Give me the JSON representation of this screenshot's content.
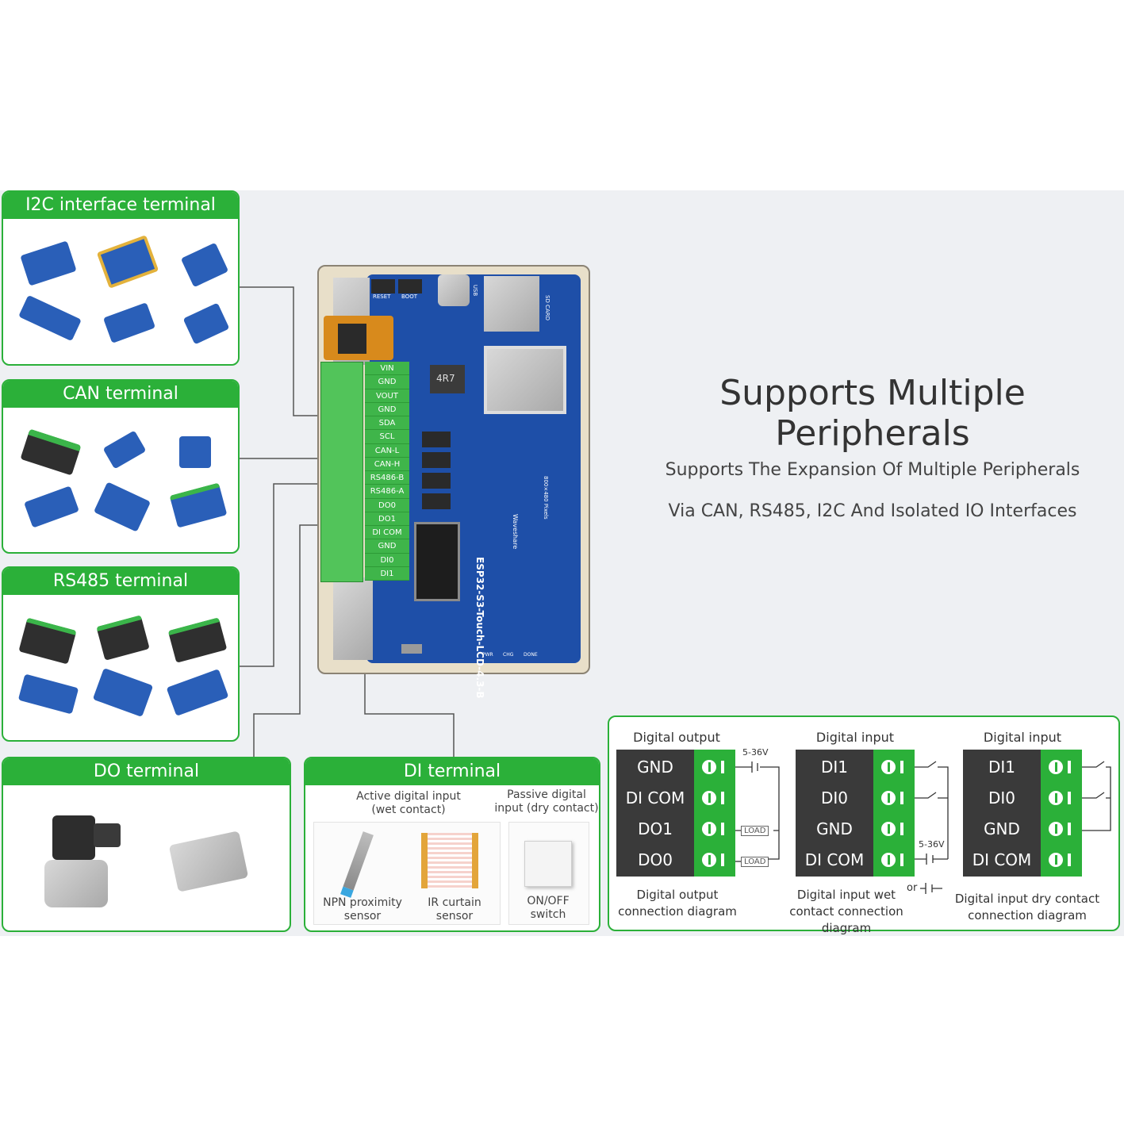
{
  "headline": "Supports Multiple Peripherals",
  "subline1": "Supports The Expansion Of Multiple Peripherals",
  "subline2": "Via CAN, RS485, I2C And Isolated IO Interfaces",
  "panels": {
    "i2c": "I2C interface terminal",
    "can": "CAN terminal",
    "rs485": "RS485 terminal",
    "do": "DO terminal",
    "di": "DI terminal"
  },
  "board_pins": [
    "VIN",
    "GND",
    "VOUT",
    "GND",
    "SDA",
    "SCL",
    "CAN-L",
    "CAN-H",
    "RS486-B",
    "RS486-A",
    "DO0",
    "DO1",
    "DI COM",
    "GND",
    "DI0",
    "DI1"
  ],
  "board_silk": {
    "model": "ESP32-S3-Touch-LCD-4.3-B",
    "pixels": "800×480 Pixels",
    "brand": "Waveshare",
    "inductor": "4R7",
    "reset": "RESET",
    "boot": "BOOT",
    "usb": "USB",
    "sd": "SD CARD",
    "leds": [
      "PWR",
      "CHG",
      "DONE"
    ]
  },
  "di_panel": {
    "active": "Active digital input\n(wet contact)",
    "passive": "Passive digital\ninput (dry contact)",
    "npn": "NPN proximity\nsensor",
    "ir": "IR curtain\nsensor",
    "switch": "ON/OFF\nswitch"
  },
  "diagrams": [
    {
      "title": "Digital output",
      "rows": [
        "GND",
        "DI COM",
        "DO1",
        "DO0"
      ],
      "footer": "Digital output\nconnection diagram",
      "voltage": "5-36V",
      "load": "LOAD"
    },
    {
      "title": "Digital input",
      "rows": [
        "DI1",
        "DI0",
        "GND",
        "DI COM"
      ],
      "footer": "Digital input wet\ncontact connection diagram",
      "voltage": "5-36V",
      "or": "or"
    },
    {
      "title": "Digital input",
      "rows": [
        "DI1",
        "DI0",
        "GND",
        "DI COM"
      ],
      "footer": "Digital input dry contact\nconnection diagram"
    }
  ],
  "colors": {
    "accent": "#2bb039",
    "pcb": "#1e4fa8",
    "dark": "#3a3a3a"
  }
}
